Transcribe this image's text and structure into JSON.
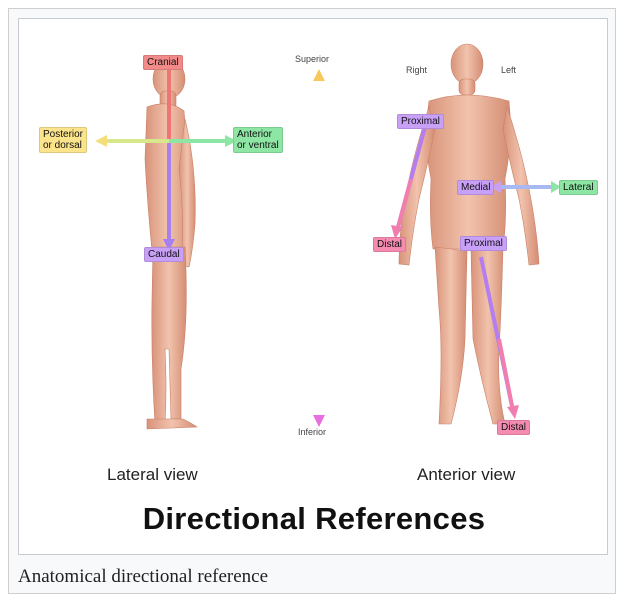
{
  "figure": {
    "title": "Directional References",
    "caption": "Anatomical directional reference",
    "views": {
      "lateral": "Lateral view",
      "anterior": "Anterior view"
    },
    "axis": {
      "superior": "Superior",
      "inferior": "Inferior"
    },
    "lateral_labels": {
      "cranial": "Cranial",
      "caudal": "Caudal",
      "posterior": "Posterior\nor dorsal",
      "anterior": "Anterior\nor ventral"
    },
    "anterior_labels": {
      "right": "Right",
      "left": "Left",
      "proximal_arm": "Proximal",
      "distal_arm": "Distal",
      "medial": "Medial",
      "lateral": "Lateral",
      "proximal_leg": "Proximal",
      "distal_leg": "Distal"
    }
  },
  "colors": {
    "red": "#f38a8a",
    "violet": "#c9a0f7",
    "green": "#8ee6a4",
    "yellow": "#fbe48b",
    "pink": "#f58bb1",
    "skin": "#e9b39a"
  }
}
